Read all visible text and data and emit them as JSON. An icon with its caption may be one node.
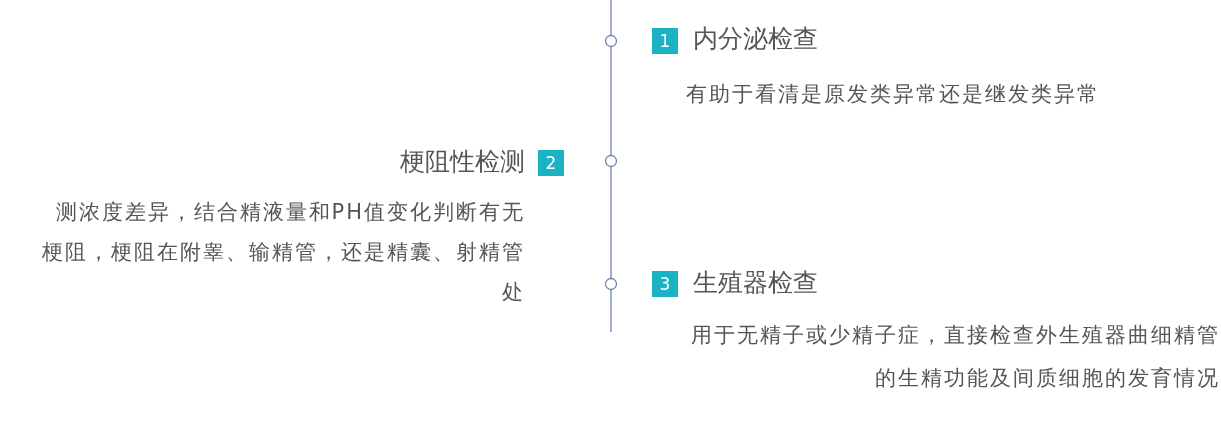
{
  "diagram": {
    "nodes": [
      {
        "text": [],
        "shape": "circle"
      },
      {
        "text": [],
        "shape": "circle"
      },
      {
        "text": [],
        "shape": "circle"
      },
      {
        "text": [
          "1",
          "内分泌检查",
          "有助于看清是原发类异常还是继发类异常"
        ]
      },
      {
        "text": [
          "梗阻性检测",
          "2",
          "测浓度差异，结合精液量和PH值变化判断有无梗阻，梗阻在附睾、输精管，还是精囊、射精管处"
        ]
      },
      {
        "text": [
          "3",
          "生殖器检查",
          "用于无精子或少精子症，直接检查外生殖器曲细精管的生精功能及间质细胞的发育情况"
        ]
      }
    ],
    "edges": [
      {
        "from": null,
        "to": 0,
        "arrow": "none"
      },
      {
        "from": 0,
        "to": 1,
        "arrow": "none"
      },
      {
        "from": 1,
        "to": 2,
        "arrow": "none"
      },
      {
        "from": 2,
        "to": null,
        "arrow": "none"
      }
    ]
  }
}
